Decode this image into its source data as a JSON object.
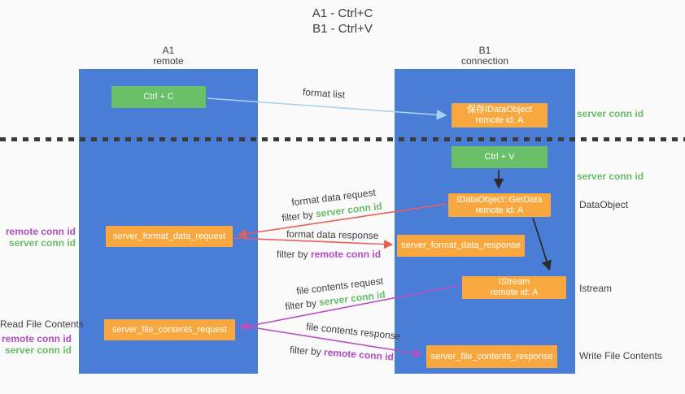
{
  "title": {
    "line1": "A1 - Ctrl+C",
    "line2": "B1 - Ctrl+V"
  },
  "columns": {
    "left": {
      "name": "A1",
      "role": "remote"
    },
    "right": {
      "name": "B1",
      "role": "connection"
    }
  },
  "nodes": {
    "ctrl_c": {
      "label": "Ctrl + C"
    },
    "ctrl_v": {
      "label": "Ctrl + V"
    },
    "save_idataobject": {
      "line1": "保存IDataObject",
      "line2": "remote id: A"
    },
    "idataobject_getdata": {
      "line1": "IDataObject::GetData",
      "line2": "remote id: A"
    },
    "istream": {
      "line1": "IStream",
      "line2": "remote id: A"
    },
    "server_format_data_request": {
      "label": "server_format_data_request"
    },
    "server_format_data_response": {
      "label": "server_format_data_response"
    },
    "server_file_contents_request": {
      "label": "server_file_contents_request"
    },
    "server_file_contents_response": {
      "label": "server_file_contents_response"
    }
  },
  "arrow_labels": {
    "format_list": "format list",
    "format_data_request": "format data request",
    "format_data_response": "format data response",
    "file_contents_request": "file contents request",
    "file_contents_response": "file contents response",
    "filter_by": "filter by ",
    "server_conn_id": "server conn id",
    "remote_conn_id": "remote conn id"
  },
  "side_labels": {
    "right_server_conn_id_1": "server conn id",
    "right_server_conn_id_2": "server conn id",
    "dataobject": "DataObject",
    "istream": "Istream",
    "write_file_contents": "Write File Contents",
    "read_file_contents": "Read File Contents",
    "left_remote_conn_id_1": "remote conn id",
    "left_server_conn_id_1": "server conn id",
    "left_remote_conn_id_2": "remote conn id",
    "left_server_conn_id_2": "server conn id"
  },
  "colors": {
    "column_blue": "#4a7ed6",
    "box_orange": "#f8a83e",
    "button_green": "#6abf69",
    "arrow_red": "#e85f58",
    "arrow_magenta": "#bb4ec6",
    "arrow_lightblue": "#a8d2ee",
    "arrow_black": "#2b2b2b",
    "text_green": "#67bd67",
    "text_purple": "#ae4cc0",
    "background": "#fafafa"
  }
}
